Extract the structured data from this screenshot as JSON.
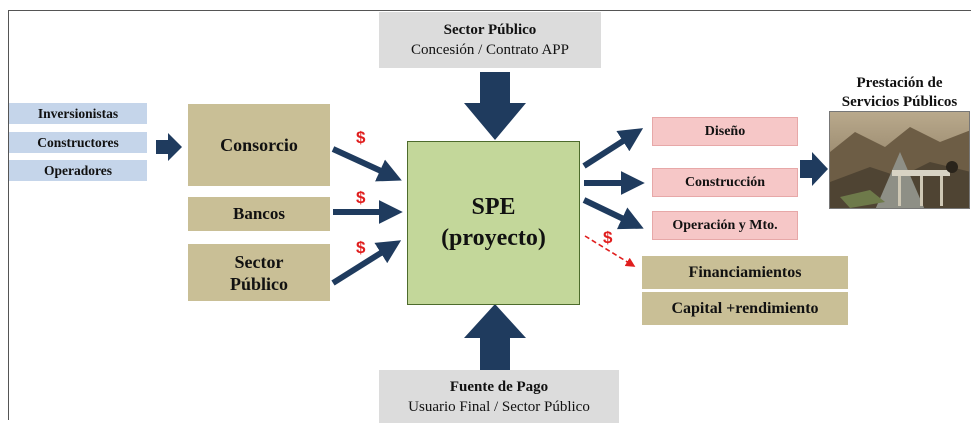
{
  "top_box": {
    "title": "Sector Público",
    "subtitle": "Concesión / Contrato APP"
  },
  "bottom_box": {
    "title": "Fuente de Pago",
    "subtitle": "Usuario Final / Sector Público"
  },
  "left_labels": [
    "Inversionistas",
    "Constructores",
    "Operadores"
  ],
  "left_boxes": {
    "consorcio": "Consorcio",
    "bancos": "Bancos",
    "sector_publico": "Sector\nPúblico"
  },
  "center": {
    "line1": "SPE",
    "line2": "(proyecto)"
  },
  "outputs": [
    "Diseño",
    "Construcción",
    "Operación y Mto."
  ],
  "finance": [
    "Financiamientos",
    "Capital +rendimiento"
  ],
  "services_title": "Prestación de\nServicios Públicos",
  "money_symbol": "$",
  "colors": {
    "arrow": "#1f3b5e",
    "grey_box": "#dcdcdc",
    "blue_label": "#c5d5ea",
    "tan_box": "#c9bf96",
    "pink_box": "#f6c7c7",
    "spe_box": "#c3d79a",
    "money": "#e01e1e"
  },
  "icons": {
    "photo": "infrastructure-photo"
  }
}
